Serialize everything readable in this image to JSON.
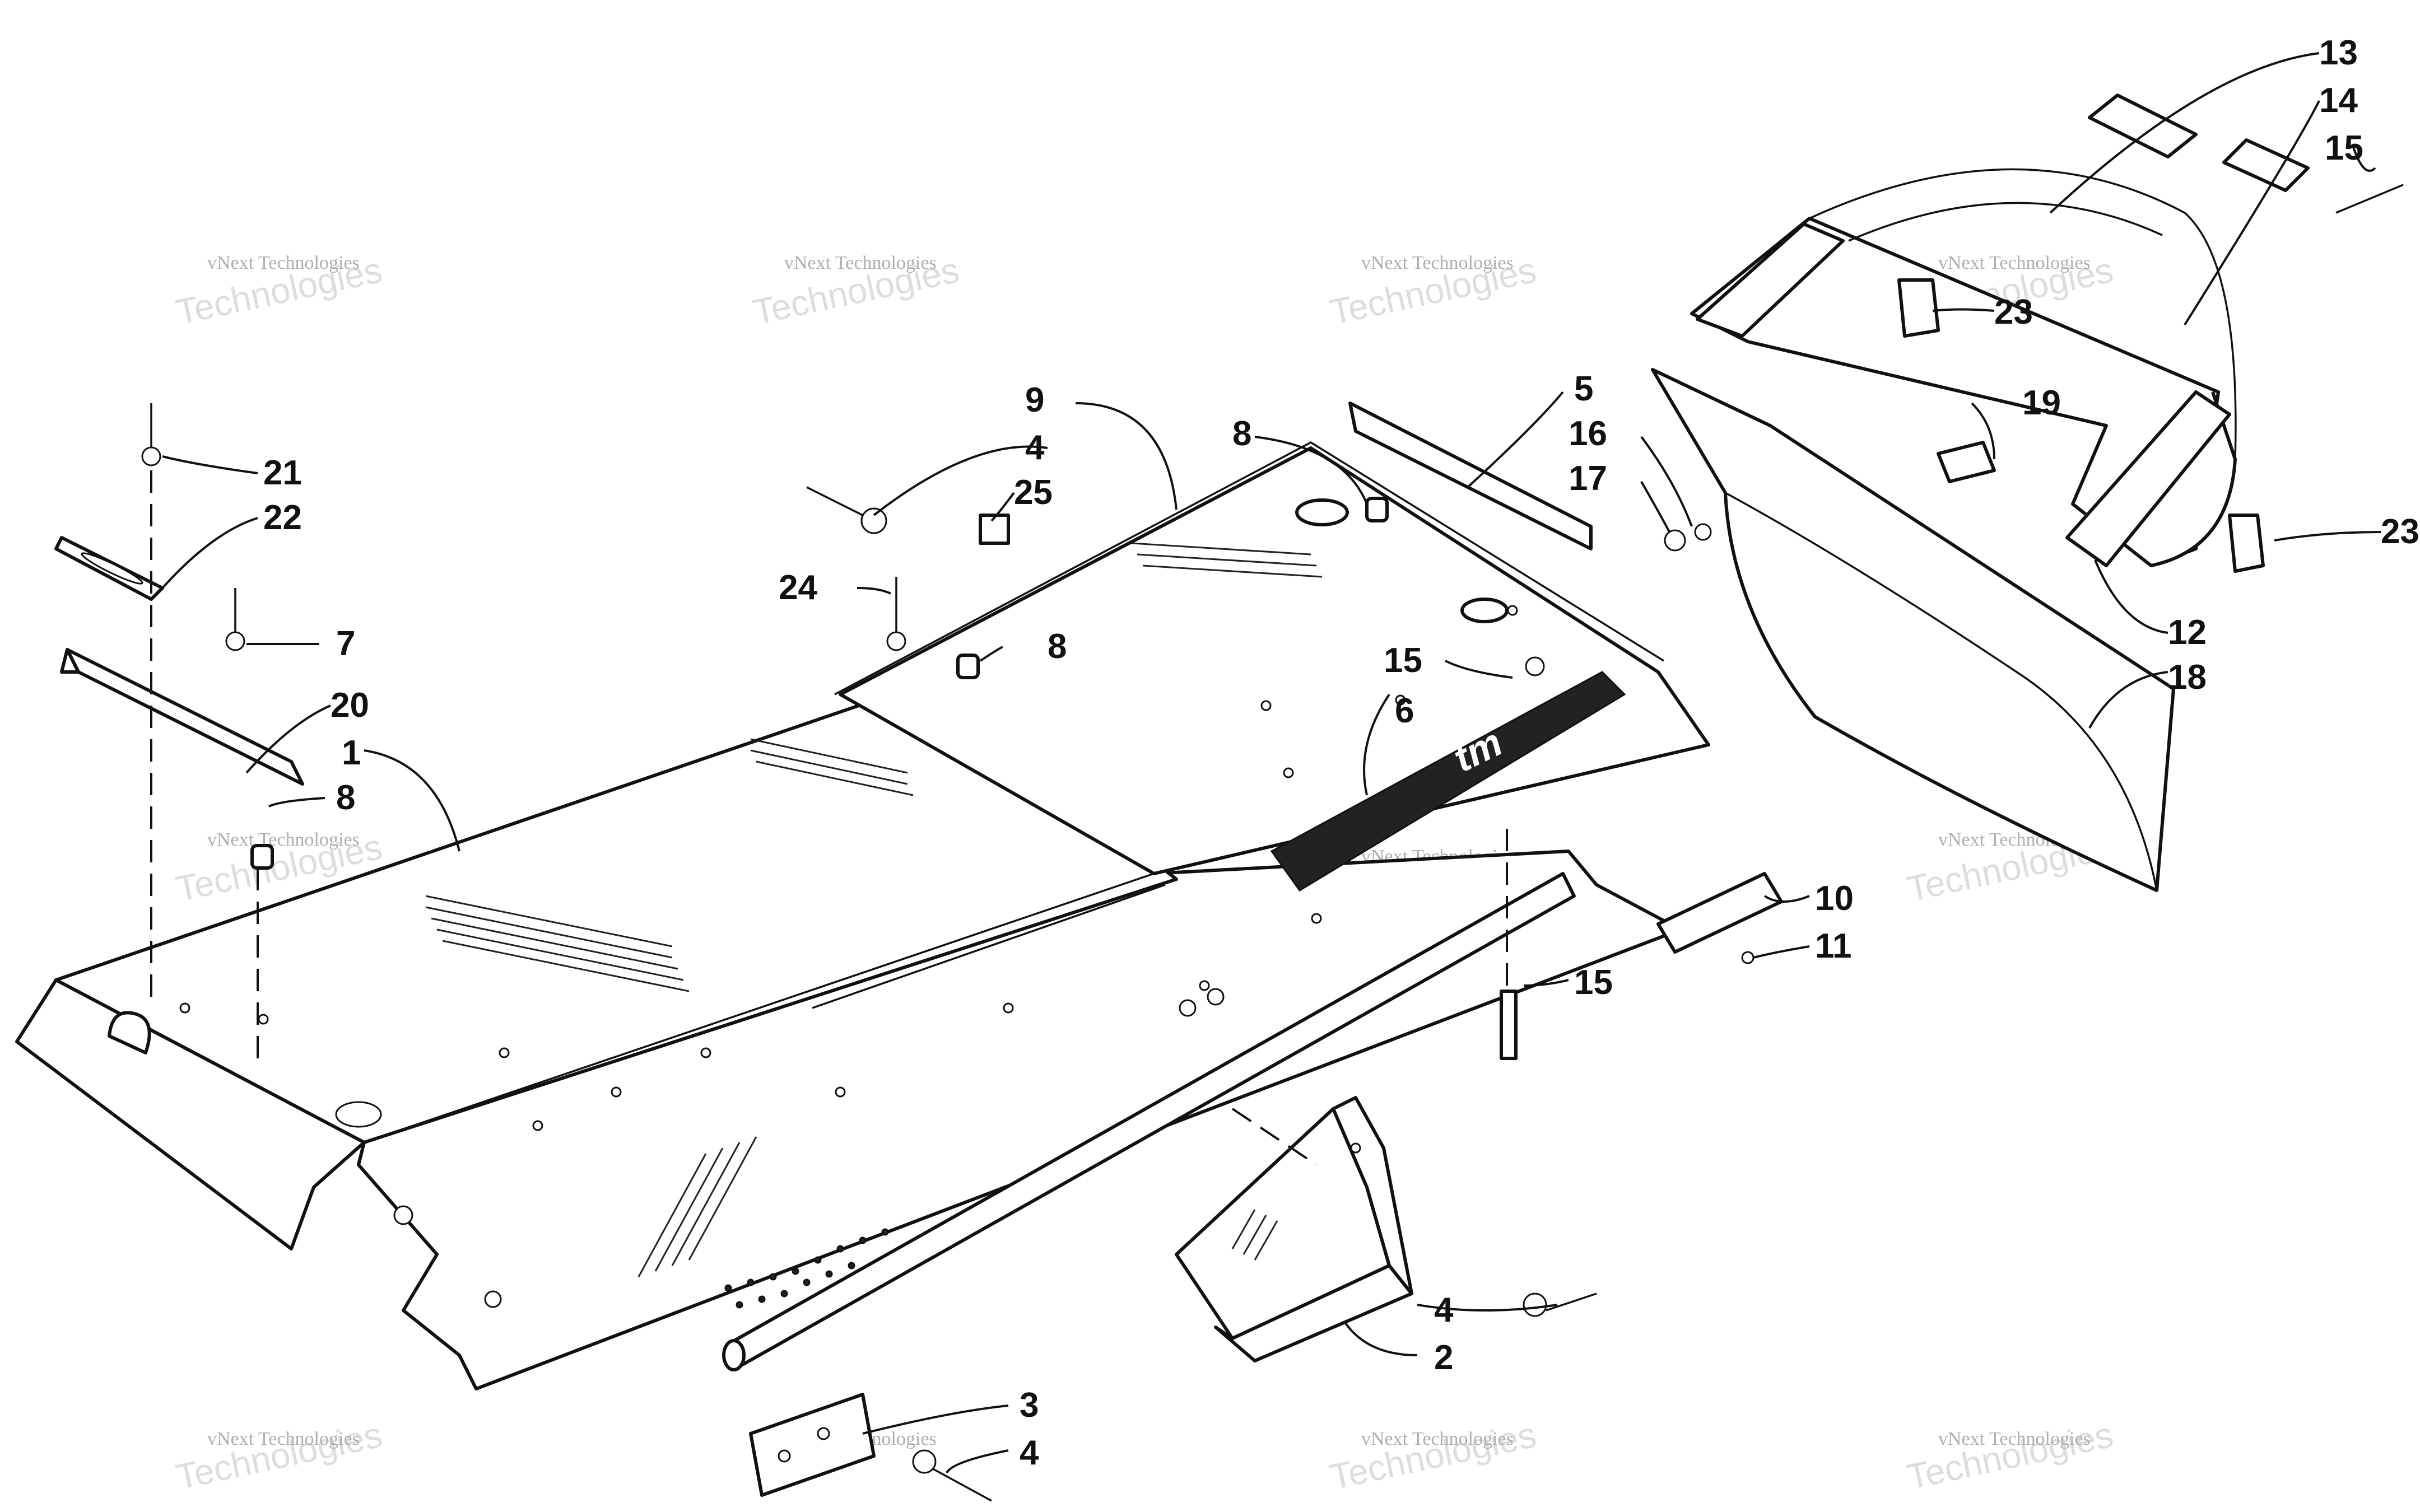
{
  "diagram": {
    "callouts": [
      {
        "id": "c13",
        "label": "13"
      },
      {
        "id": "c14",
        "label": "14"
      },
      {
        "id": "c15a",
        "label": "15"
      },
      {
        "id": "c23a",
        "label": "23"
      },
      {
        "id": "c19",
        "label": "19"
      },
      {
        "id": "c23b",
        "label": "23"
      },
      {
        "id": "c12",
        "label": "12"
      },
      {
        "id": "c18",
        "label": "18"
      },
      {
        "id": "c5",
        "label": "5"
      },
      {
        "id": "c16",
        "label": "16"
      },
      {
        "id": "c17",
        "label": "17"
      },
      {
        "id": "c9",
        "label": "9"
      },
      {
        "id": "c8a",
        "label": "8"
      },
      {
        "id": "c4a",
        "label": "4"
      },
      {
        "id": "c25",
        "label": "25"
      },
      {
        "id": "c24",
        "label": "24"
      },
      {
        "id": "c8b",
        "label": "8"
      },
      {
        "id": "c15b",
        "label": "15"
      },
      {
        "id": "c6",
        "label": "6"
      },
      {
        "id": "c21",
        "label": "21"
      },
      {
        "id": "c22",
        "label": "22"
      },
      {
        "id": "c7",
        "label": "7"
      },
      {
        "id": "c20",
        "label": "20"
      },
      {
        "id": "c1",
        "label": "1"
      },
      {
        "id": "c8c",
        "label": "8"
      },
      {
        "id": "c10",
        "label": "10"
      },
      {
        "id": "c11",
        "label": "11"
      },
      {
        "id": "c15c",
        "label": "15"
      },
      {
        "id": "c4b",
        "label": "4"
      },
      {
        "id": "c2",
        "label": "2"
      },
      {
        "id": "c3",
        "label": "3"
      },
      {
        "id": "c4c",
        "label": "4"
      }
    ],
    "watermark": {
      "line1": "vNext Technologies",
      "line2": "vNext",
      "line3": "Technologies"
    },
    "decal_text": "tm"
  }
}
